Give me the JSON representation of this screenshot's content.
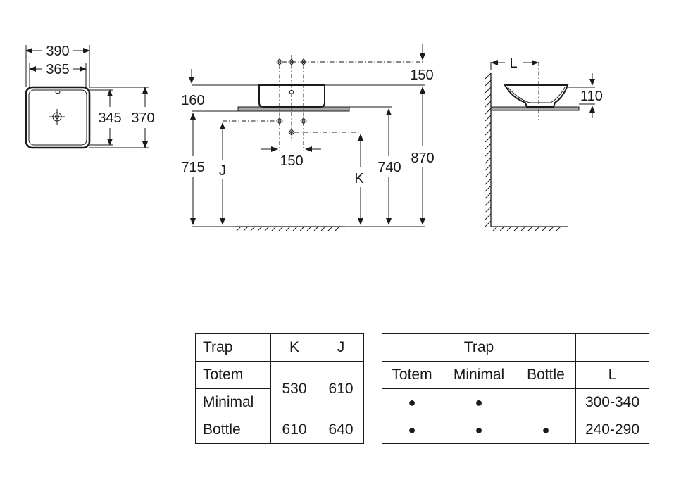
{
  "top_view": {
    "width_outer": "390",
    "width_inner": "365",
    "depth_inner": "345",
    "depth_outer": "370"
  },
  "front_view": {
    "dim_150_top": "150",
    "dim_160": "160",
    "dim_715": "715",
    "label_j": "J",
    "dim_150_center": "150",
    "label_k": "K",
    "dim_740": "740",
    "dim_870": "870"
  },
  "side_view": {
    "label_l": "L",
    "dim_110": "110"
  },
  "table_trap_kj": {
    "header": [
      "Trap",
      "K",
      "J"
    ],
    "rows": [
      {
        "trap": "Totem",
        "k": "530",
        "j": "610"
      },
      {
        "trap": "Minimal"
      },
      {
        "trap": "Bottle",
        "k": "610",
        "j": "640"
      }
    ]
  },
  "table_l": {
    "group_header": "Trap",
    "columns": [
      "Totem",
      "Minimal",
      "Bottle",
      "L"
    ],
    "rows": [
      {
        "totem": "●",
        "minimal": "●",
        "bottle": "",
        "l": "300-340"
      },
      {
        "totem": "●",
        "minimal": "●",
        "bottle": "●",
        "l": "240-290"
      }
    ]
  }
}
